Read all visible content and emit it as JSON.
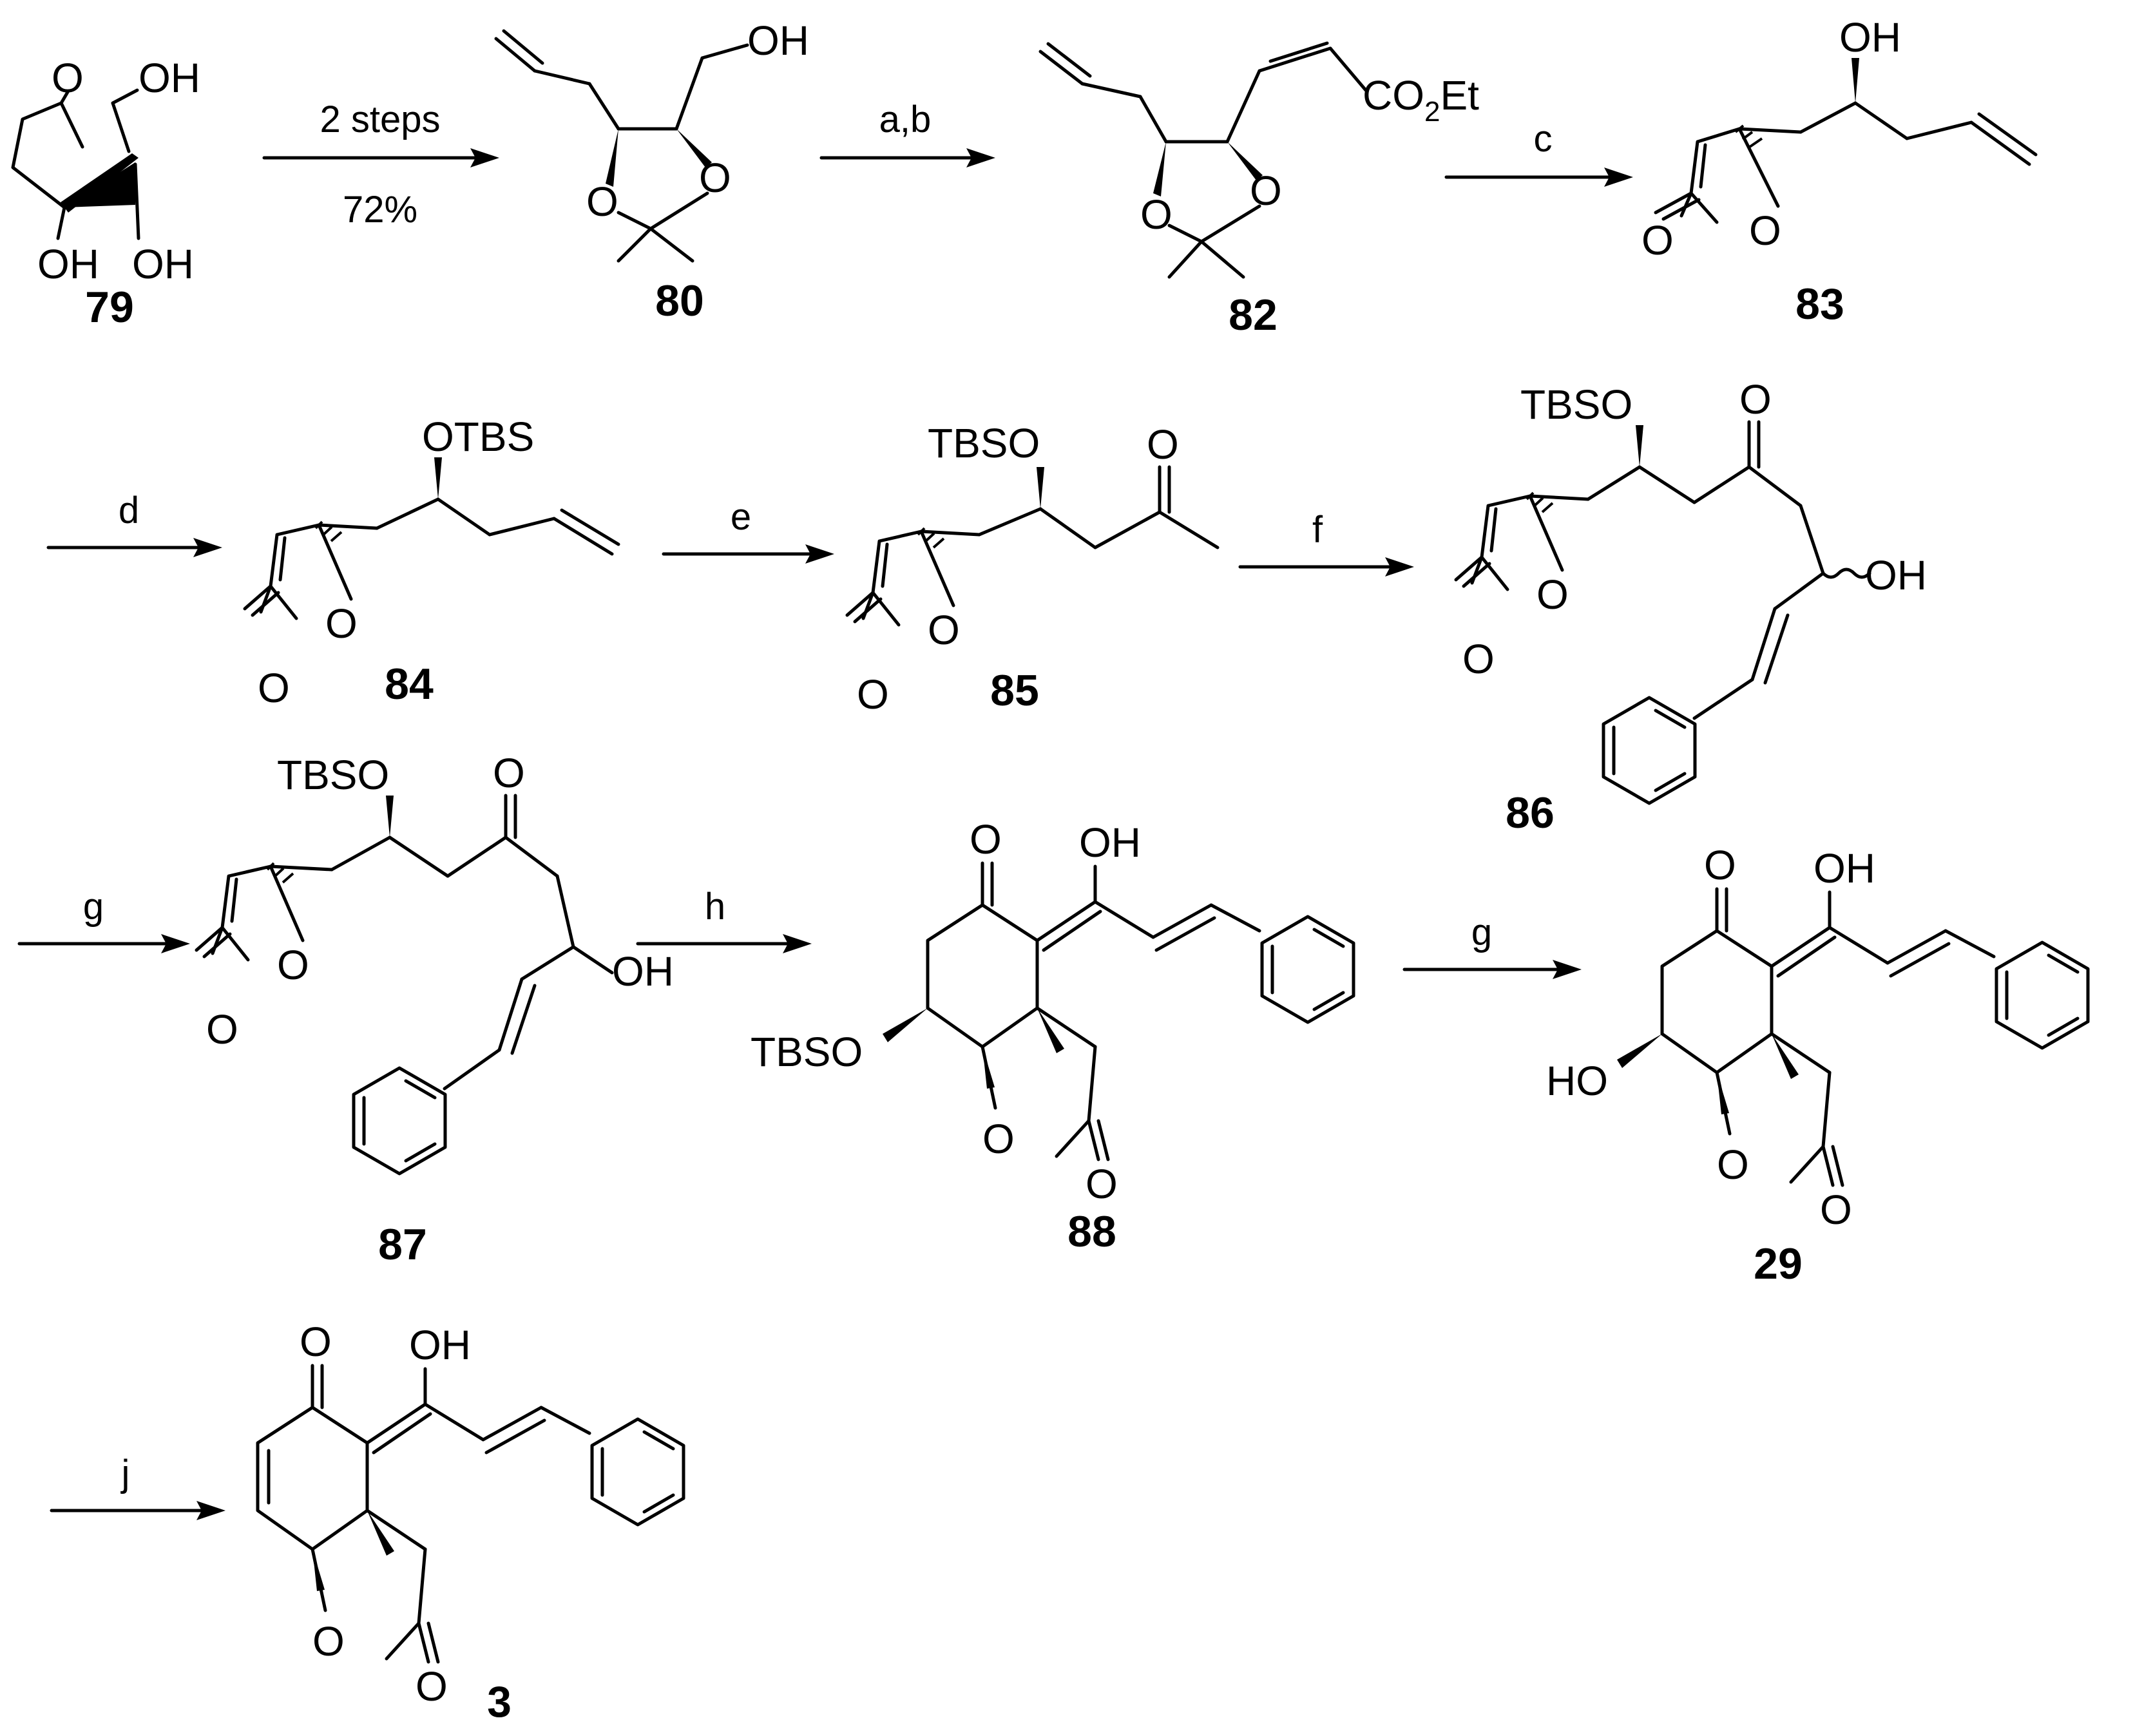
{
  "scheme": {
    "compounds": {
      "c79": "79",
      "c80": "80",
      "c82": "82",
      "c83": "83",
      "c84": "84",
      "c85": "85",
      "c86": "86",
      "c87": "87",
      "c88": "88",
      "c29": "29",
      "c3": "3"
    },
    "arrows": {
      "a1_top": "2 steps",
      "a1_bottom": "72%",
      "a2": "a,b",
      "a3": "c",
      "a4": "d",
      "a5": "e",
      "a6": "f",
      "a7": "g",
      "a8": "h",
      "a9": "g",
      "a10": "j"
    },
    "atoms": {
      "OH": "OH",
      "HO": "HO",
      "O": "O",
      "OTBS": "OTBS",
      "TBSO": "TBSO",
      "CO": "CO",
      "two": "2",
      "Et": "Et"
    }
  }
}
